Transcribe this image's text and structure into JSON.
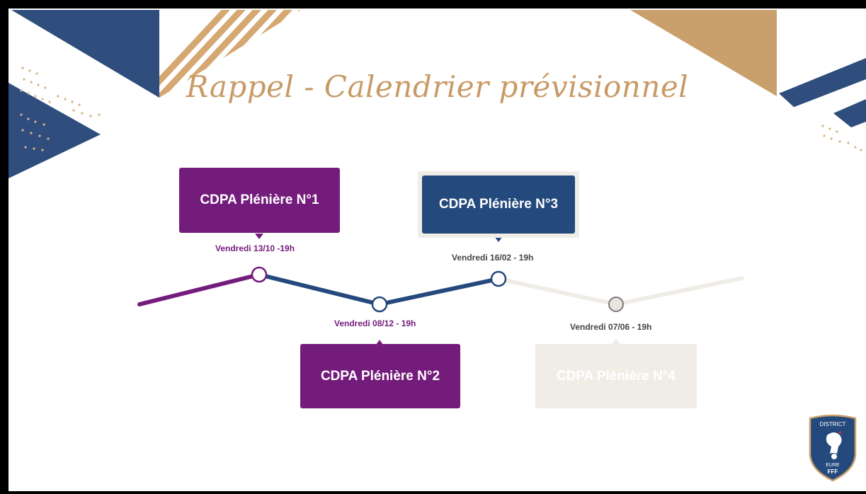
{
  "slide": {
    "title": "Rappel - Calendrier prévisionnel"
  },
  "colors": {
    "purple": "#741c7b",
    "navy": "#24497c",
    "beige": "#efede6",
    "gold": "#c89a66"
  },
  "events": [
    {
      "label": "CDPA Plénière N°1",
      "date": "Vendredi 13/10 -19h"
    },
    {
      "label": "CDPA Plénière N°2",
      "date": "Vendredi 08/12 - 19h"
    },
    {
      "label": "CDPA Plénière N°3",
      "date": "Vendredi 16/02 - 19h"
    },
    {
      "label": "CDPA Plénière N°4",
      "date": "Vendredi 07/06 - 19h"
    }
  ],
  "logo": {
    "top_text": "DISTRICT",
    "mid_text": "EURE",
    "bottom_text": "FFF"
  }
}
